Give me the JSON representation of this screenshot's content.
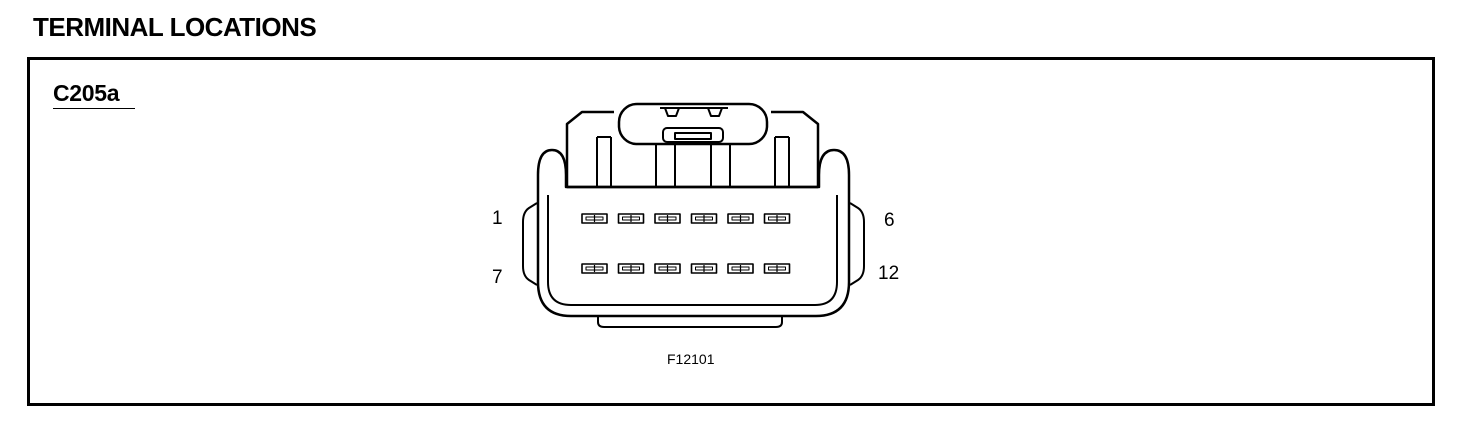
{
  "heading": "TERMINAL LOCATIONS",
  "connector": {
    "id": "C205a",
    "figure_code": "F12101",
    "cavity_count": 12,
    "rows": 2,
    "columns": 6,
    "pin_labels": {
      "top_left": "1",
      "top_right": "6",
      "bottom_left": "7",
      "bottom_right": "12"
    }
  },
  "colors": {
    "ink": "#000000",
    "background": "#ffffff"
  }
}
